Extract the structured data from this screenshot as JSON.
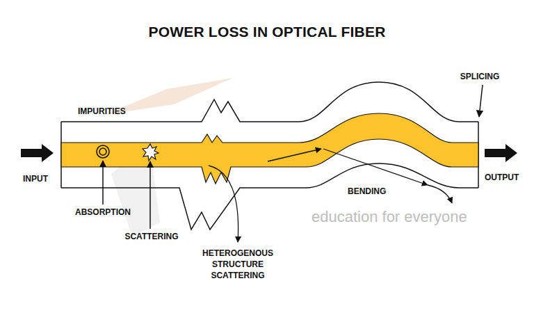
{
  "diagram": {
    "title": "POWER LOSS IN OPTICAL FIBER",
    "labels": [
      "SPLICING",
      "IMPURITIES",
      "INPUT",
      "OUTPUT",
      "BENDING",
      "ABSORPTION",
      "SCATTERING",
      "HETEROGENOUS STRUCTURE SCATTERING",
      "education for everyone"
    ]
  }
}
